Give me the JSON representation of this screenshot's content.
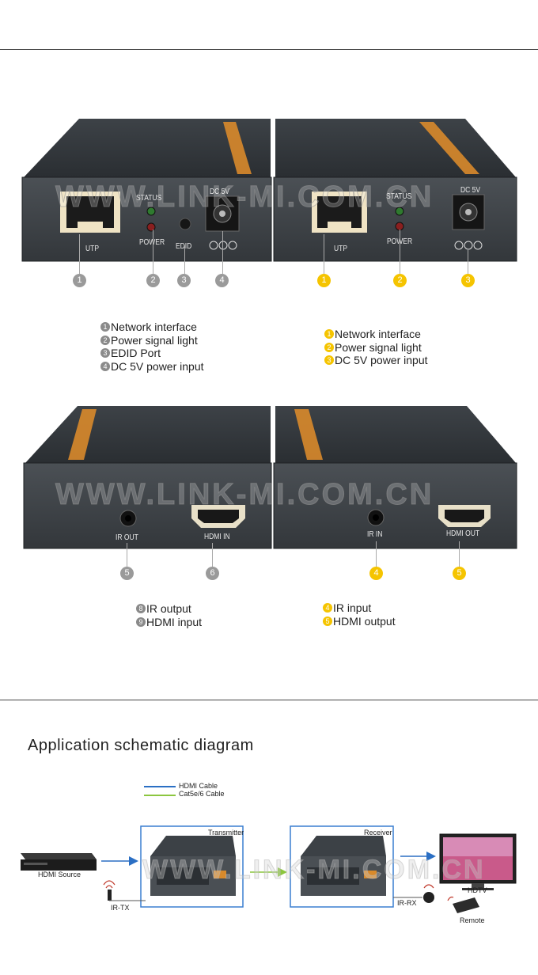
{
  "watermark": "WWW.LINK-MI.COM.CN",
  "section1": {
    "tx": {
      "port_labels": {
        "utp": "UTP",
        "status": "STATUS",
        "power": "POWER",
        "edid": "EDID",
        "dc": "DC 5V"
      },
      "callouts": [
        "1",
        "2",
        "3",
        "4"
      ],
      "legend": [
        {
          "n": "1",
          "text": "Network interface"
        },
        {
          "n": "2",
          "text": "Power signal light"
        },
        {
          "n": "3",
          "text": "EDID Port"
        },
        {
          "n": "4",
          "text": "DC 5V power input"
        }
      ]
    },
    "rx": {
      "port_labels": {
        "utp": "UTP",
        "status": "STATUS",
        "power": "POWER",
        "dc": "DC 5V"
      },
      "callouts": [
        "1",
        "2",
        "3"
      ],
      "legend": [
        {
          "n": "1",
          "text": "Network interface"
        },
        {
          "n": "2",
          "text": "Power signal light"
        },
        {
          "n": "3",
          "text": "DC 5V power input"
        }
      ]
    }
  },
  "section2": {
    "tx": {
      "port_labels": {
        "ir": "IR OUT",
        "hdmi": "HDMI IN"
      },
      "callouts": [
        "5",
        "6"
      ],
      "legend": [
        {
          "n": "8",
          "text": "IR output"
        },
        {
          "n": "9",
          "text": "HDMI input"
        }
      ]
    },
    "rx": {
      "port_labels": {
        "ir": "IR IN",
        "hdmi": "HDMI OUT"
      },
      "callouts": [
        "4",
        "5"
      ],
      "legend": [
        {
          "n": "4",
          "text": "IR input"
        },
        {
          "n": "5",
          "text": "HDMI output"
        }
      ]
    }
  },
  "diagram": {
    "title": "Application schematic diagram",
    "legend_hdmi": "HDMI Cable",
    "legend_cat": "Cat5e/6 Cable",
    "transmitter": "Transmitter",
    "receiver": "Receiver",
    "hdmi_source": "HDMI Source",
    "ir_tx": "IR-TX",
    "ir_rx": "IR-RX",
    "hdtv": "HDTV",
    "remote": "Remote",
    "colors": {
      "hdmi": "#2b6fc4",
      "cat": "#8cc63f",
      "frame": "#3a7fd0"
    }
  }
}
